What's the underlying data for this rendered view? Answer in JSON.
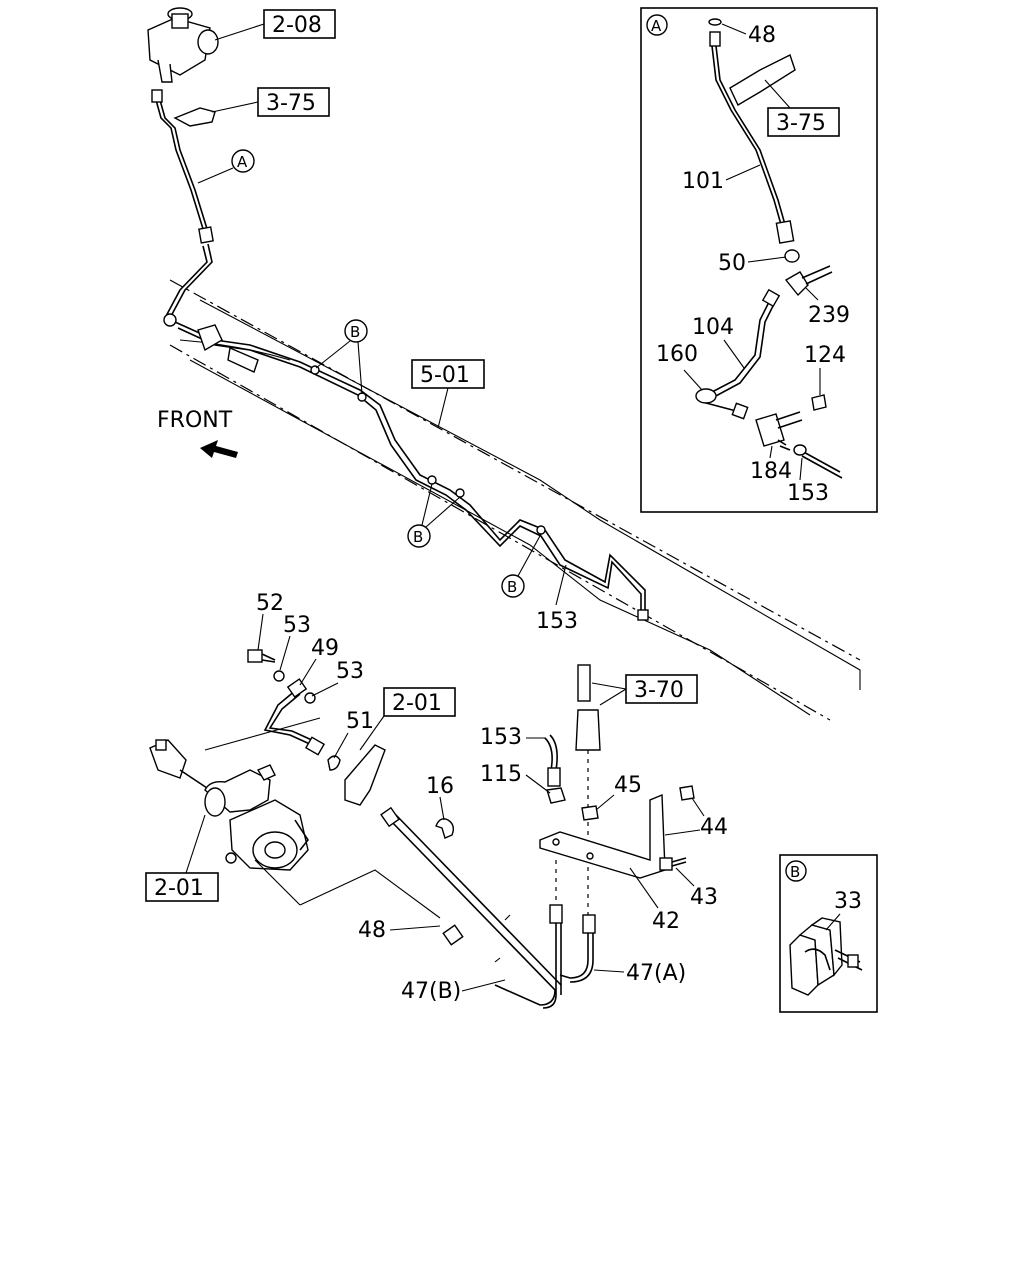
{
  "diagram": {
    "front_label": "FRONT",
    "ref_boxes": [
      "2-08",
      "3-75",
      "5-01",
      "2-01",
      "3-70",
      "3-75",
      "2-01"
    ],
    "circled_labels": [
      "A",
      "B",
      "B",
      "B",
      "A",
      "B"
    ],
    "part_numbers": {
      "p52": "52",
      "p53a": "53",
      "p49": "49",
      "p53b": "53",
      "p51": "51",
      "p16": "16",
      "p153a": "153",
      "p115": "115",
      "p45": "45",
      "p44": "44",
      "p43": "43",
      "p42": "42",
      "p48": "48",
      "p47a": "47(A)",
      "p47b": "47(B)",
      "p153main": "153"
    },
    "inset_a": {
      "title": "A",
      "parts": {
        "p48": "48",
        "p101": "101",
        "p50": "50",
        "p239": "239",
        "p104": "104",
        "p160": "160",
        "p124": "124",
        "p184": "184",
        "p153": "153"
      }
    },
    "inset_b": {
      "title": "B",
      "parts": {
        "p33": "33"
      }
    }
  }
}
